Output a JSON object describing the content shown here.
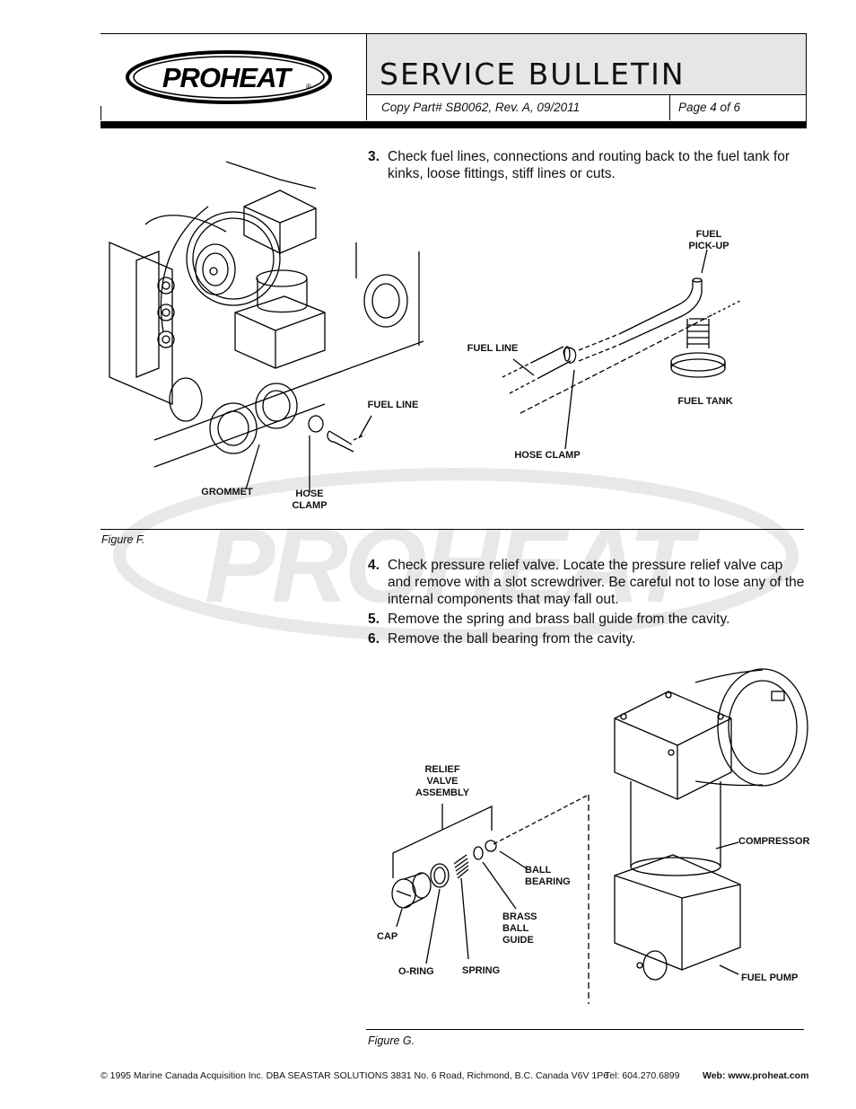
{
  "header": {
    "logo_text": "PROHEAT",
    "title": "SERVICE BULLETIN",
    "copy_part": "Copy Part# SB0062, Rev. A, 09/2011",
    "page": "Page 4 of 6"
  },
  "watermark_text": "PROHEAT",
  "steps": [
    {
      "num": "3.",
      "text": "Check fuel lines, connections and routing back to the fuel tank for kinks, loose fittings, stiff lines or cuts."
    },
    {
      "num": "4.",
      "text": "Check pressure relief valve. Locate the pressure relief valve cap and remove with a slot screwdriver. Be careful not to lose any of the internal components that may fall out."
    },
    {
      "num": "5.",
      "text": "Remove the spring and brass ball guide from the cavity."
    },
    {
      "num": "6.",
      "text": "Remove the ball bearing from the cavity."
    }
  ],
  "figure_f": {
    "caption": "Figure F.",
    "labels": {
      "fuel_line_left": "FUEL LINE",
      "grommet": "GROMMET",
      "hose_clamp_left": "HOSE\nCLAMP",
      "fuel_pickup": "FUEL\nPICK-UP",
      "fuel_line_right": "FUEL LINE",
      "fuel_tank": "FUEL TANK",
      "hose_clamp_right": "HOSE CLAMP"
    }
  },
  "figure_g": {
    "caption": "Figure G.",
    "labels": {
      "relief_valve_assembly": "RELIEF\nVALVE\nASSEMBLY",
      "compressor": "COMPRESSOR",
      "ball_bearing": "BALL\nBEARING",
      "brass_ball_guide": "BRASS\nBALL\nGUIDE",
      "cap": "CAP",
      "o_ring": "O-RING",
      "spring": "SPRING",
      "fuel_pump": "FUEL PUMP"
    }
  },
  "footer": {
    "copyright": "© 1995 Marine Canada Acquisition Inc. DBA SEASTAR SOLUTIONS  3831 No. 6 Road, Richmond, B.C. Canada V6V 1P6",
    "tel": "Tel: 604.270.6899",
    "web": "Web: www.proheat.com"
  }
}
